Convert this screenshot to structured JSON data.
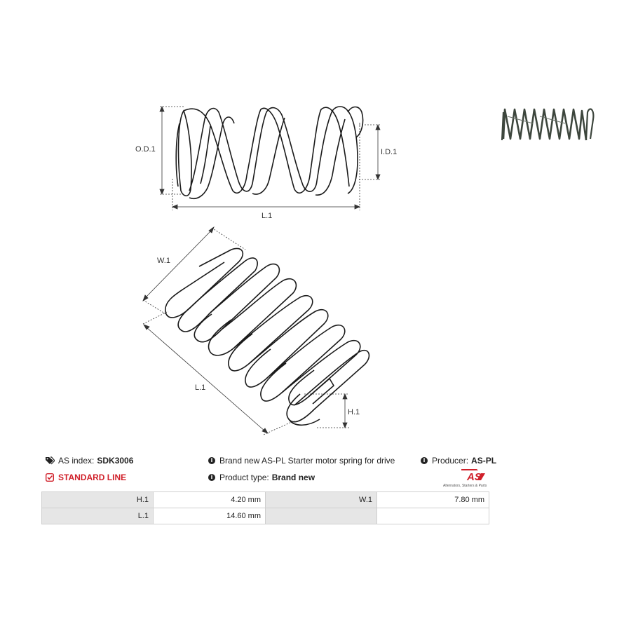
{
  "drawing": {
    "side_view_labels": {
      "outer_diameter": "O.D.1",
      "inner_diameter": "I.D.1",
      "length": "L.1"
    },
    "perspective_view_labels": {
      "width": "W.1",
      "length": "L.1",
      "height": "H.1"
    }
  },
  "info": {
    "as_index_label": "AS index:",
    "as_index_value": "SDK3006",
    "line_label": "STANDARD LINE",
    "description": "Brand new AS-PL Starter motor spring for drive",
    "product_type_label": "Product type:",
    "product_type_value": "Brand new",
    "producer_label": "Producer:",
    "producer_value": "AS-PL",
    "logo_text": "AS",
    "logo_tagline": "Alternators, Starters & Parts",
    "accent_color": "#d0202a"
  },
  "specs": {
    "rows": [
      {
        "k1": "H.1",
        "v1": "4.20 mm",
        "k2": "W.1",
        "v2": "7.80 mm"
      },
      {
        "k1": "L.1",
        "v1": "14.60 mm",
        "k2": "",
        "v2": ""
      }
    ]
  }
}
